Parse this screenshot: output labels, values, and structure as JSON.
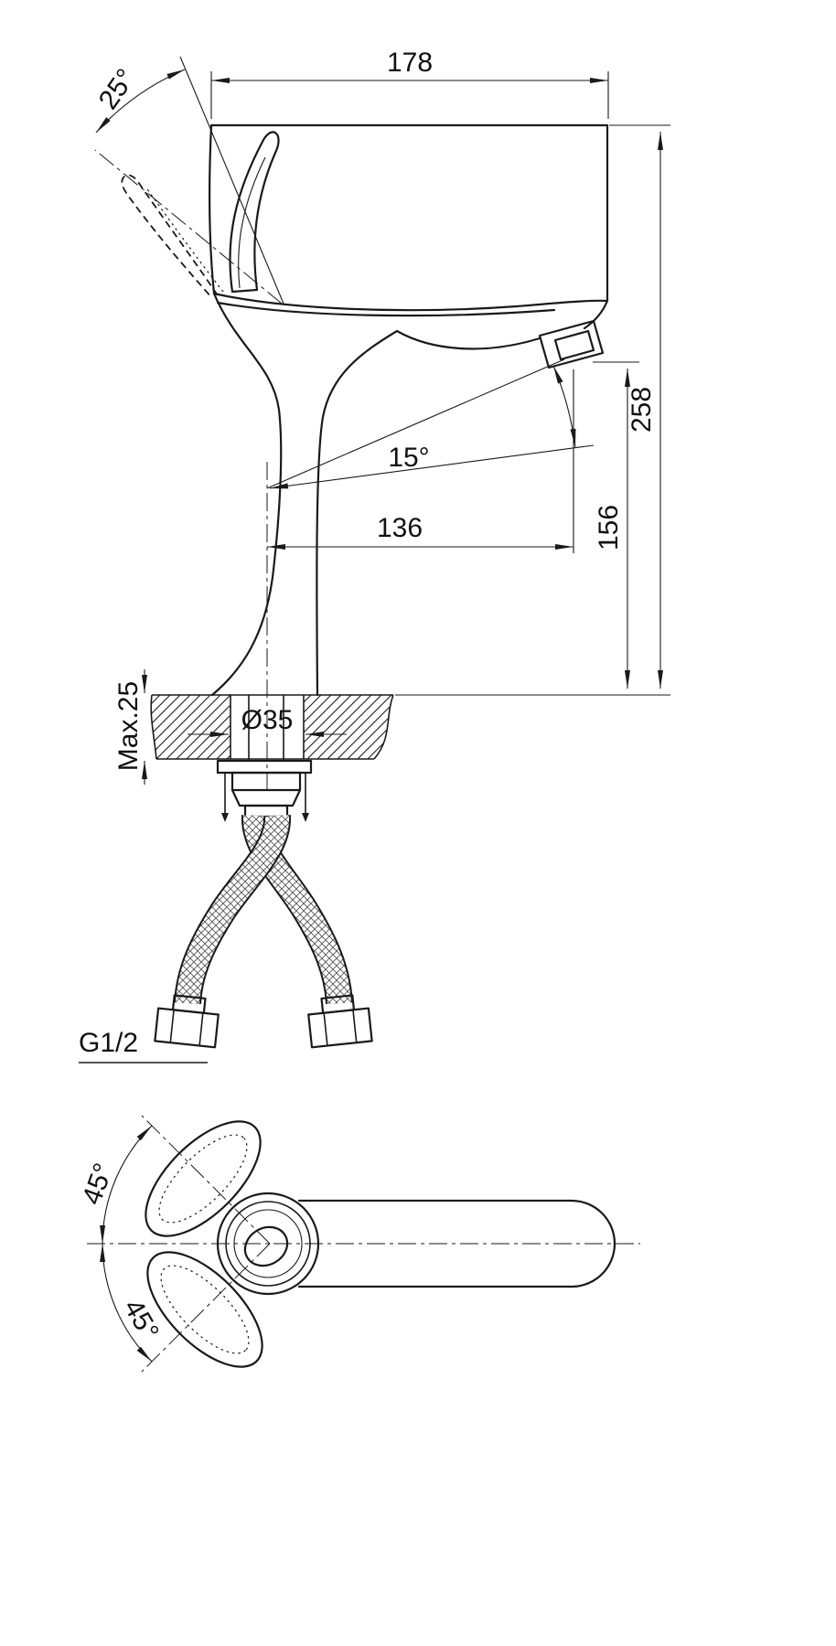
{
  "drawing": {
    "ink_color": "#1a1a1a",
    "background_color": "#ffffff"
  },
  "side_view": {
    "top_width": "178",
    "handle_angle": "25°",
    "overall_height": "258",
    "outlet_height": "156",
    "spout_angle": "15°",
    "outlet_reach": "136",
    "max_mount_thickness": "Max.25",
    "hole_diameter": "Ø35",
    "hose_thread": "G1/2"
  },
  "top_view": {
    "swing_upper": "45°",
    "swing_lower": "45°"
  }
}
